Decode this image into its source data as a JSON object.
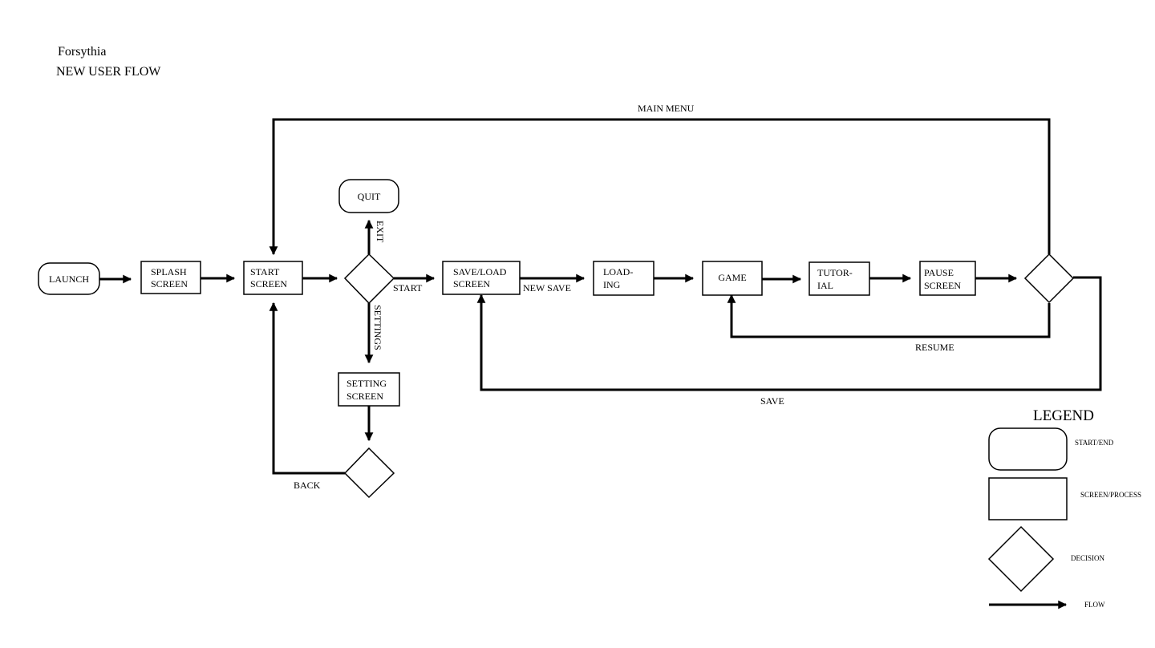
{
  "header": {
    "project": "Forsythia",
    "subtitle": "NEW USER FLOW"
  },
  "nodes": {
    "launch": "LAUNCH",
    "splash": [
      "SPLASH",
      "SCREEN"
    ],
    "start_screen": [
      "START",
      "SCREEN"
    ],
    "quit": "QUIT",
    "setting_screen": [
      "SETTING",
      "SCREEN"
    ],
    "save_load": [
      "SAVE/LOAD",
      "SCREEN"
    ],
    "loading": [
      "LOAD-",
      "ING"
    ],
    "game": "GAME",
    "tutorial": [
      "TUTOR-",
      "IAL"
    ],
    "pause": [
      "PAUSE",
      "SCREEN"
    ]
  },
  "edge_labels": {
    "exit": "EXIT",
    "start": "START",
    "settings": "SETTINGS",
    "back": "BACK",
    "new_save": "NEW SAVE",
    "main_menu": "MAIN MENU",
    "resume": "RESUME",
    "save": "SAVE"
  },
  "legend": {
    "title": "LEGEND",
    "start_end": "START/END",
    "screen_process": "SCREEN/PROCESS",
    "decision": "DECISION",
    "flow": "FLOW"
  }
}
